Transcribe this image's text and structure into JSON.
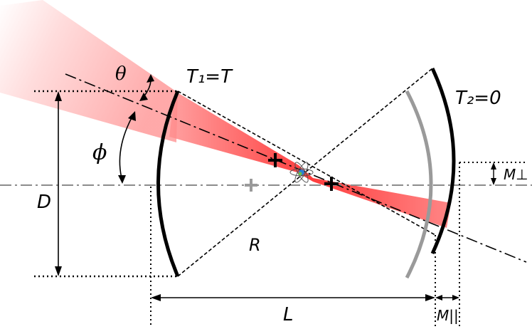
{
  "labels": {
    "t1": "T₁=T",
    "t2": "T₂=0",
    "theta": "θ",
    "phi": "ϕ",
    "d": "D",
    "r": "R",
    "l": "L",
    "m_perp": "M⊥",
    "m_par": "M||"
  },
  "colors": {
    "beam": "#ff2a2a",
    "laser_cone": "#ffb3b3",
    "mirror": "#000000",
    "mirror_displaced": "#9a9a9a",
    "axis": "#8c8c8c"
  }
}
